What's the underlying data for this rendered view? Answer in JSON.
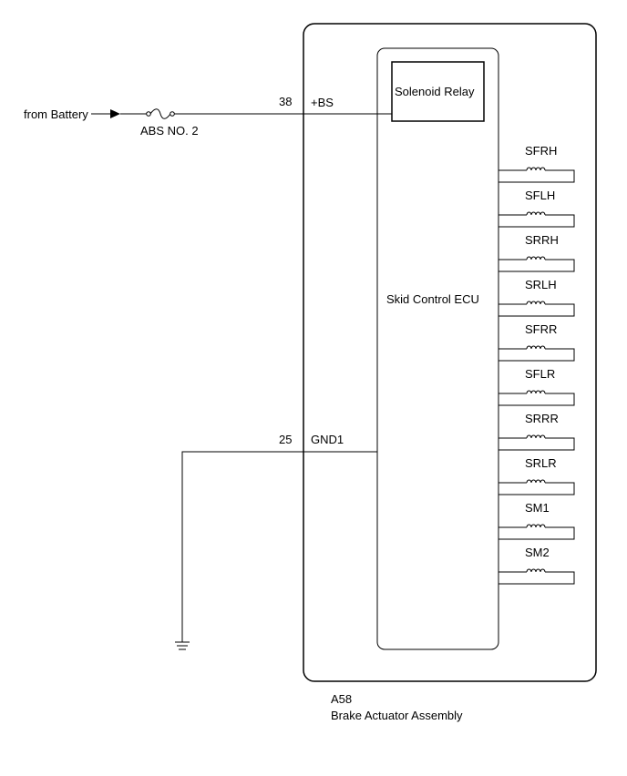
{
  "source": {
    "label": "from Battery"
  },
  "fuse": {
    "label": "ABS NO. 2"
  },
  "pins": {
    "bs": {
      "number": "38",
      "name": "+BS"
    },
    "gnd": {
      "number": "25",
      "name": "GND1"
    }
  },
  "relay": {
    "label": "Solenoid Relay"
  },
  "ecu": {
    "label": "Skid Control ECU"
  },
  "solenoids": [
    "SFRH",
    "SFLH",
    "SRRH",
    "SRLH",
    "SFRR",
    "SFLR",
    "SRRR",
    "SRLR",
    "SM1",
    "SM2"
  ],
  "assembly": {
    "code": "A58",
    "name": "Brake Actuator Assembly"
  }
}
